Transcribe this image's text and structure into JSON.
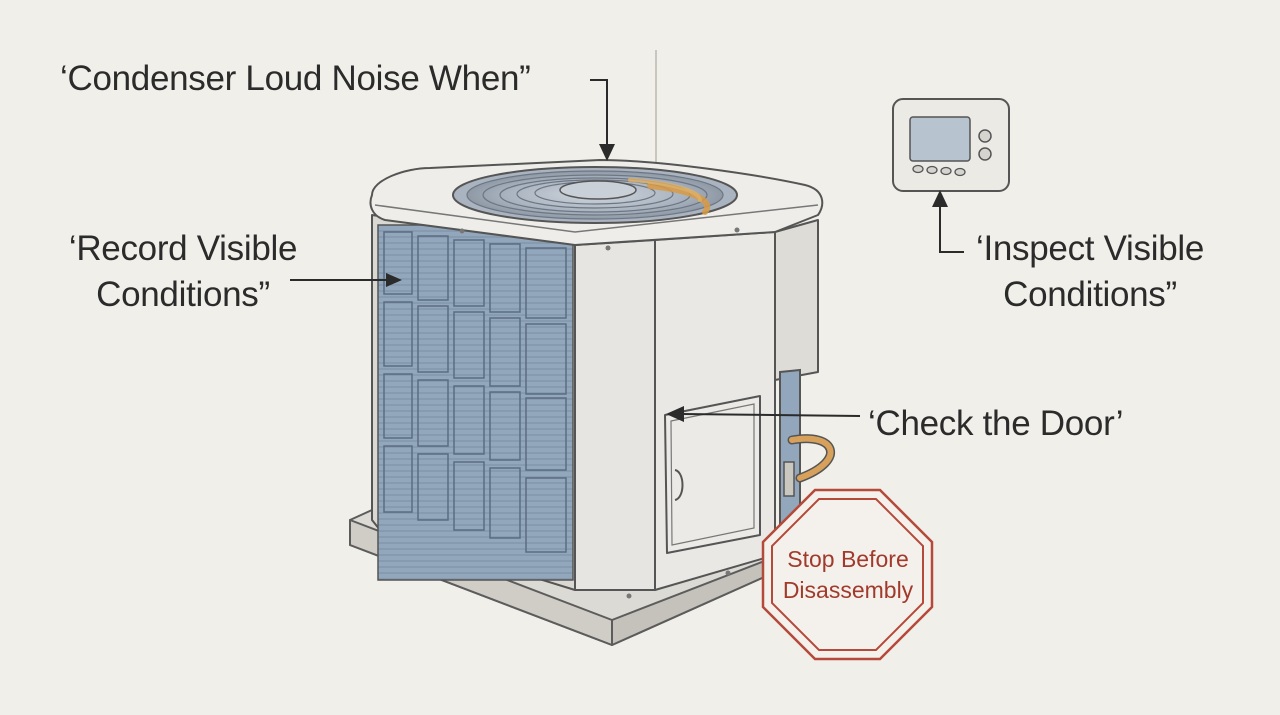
{
  "labels": {
    "title": "‘Condenser Loud Noise When”",
    "record": [
      "‘Record Visible",
      "Conditions”"
    ],
    "inspect": [
      "‘Inspect Visible",
      "Conditions”"
    ],
    "door": "‘Check the Door’"
  },
  "stop_sign": {
    "lines": [
      "Stop Before",
      "Disassembly"
    ]
  },
  "colors": {
    "background": "#f1efe9",
    "ink": "#2b2b2b",
    "coil": "#8fa3b8",
    "cabinet": "#e6e5e1",
    "stop": "#b5493a",
    "fan_accent": "#d89a45"
  }
}
